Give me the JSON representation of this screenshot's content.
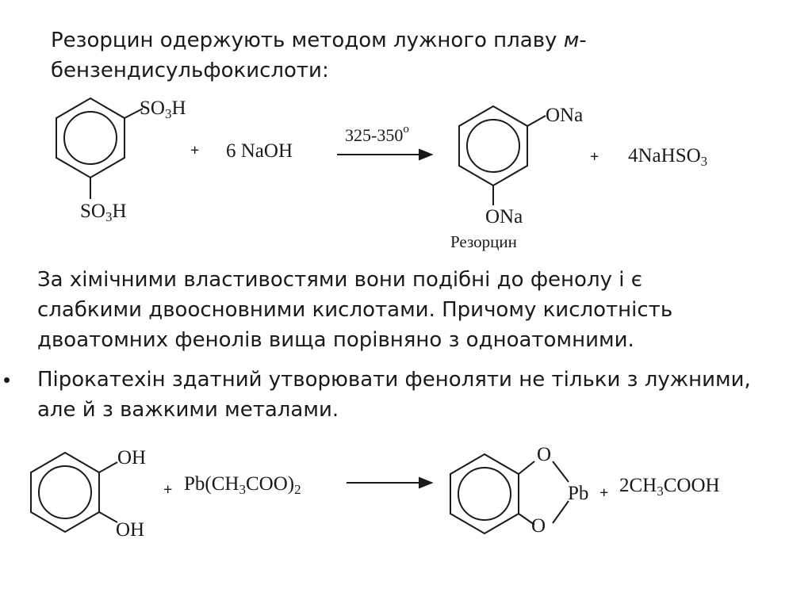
{
  "intro": {
    "text": "Резорцин одержують методом лужного плаву ",
    "emphasis": "м",
    "text_after": "-бензендисульфокислоти:"
  },
  "reaction1": {
    "reactant_top_group": {
      "a": "SO",
      "sub": "3",
      "b": "H"
    },
    "reactant_bottom_group": {
      "a": "SO",
      "sub": "3",
      "b": "H"
    },
    "plus_1": "+",
    "reagent": "6 NaOH",
    "condition": {
      "value": "325-350",
      "degree": "o"
    },
    "product_top_group": "ONa",
    "product_bottom_group": "ONa",
    "product_name": "Резорцин",
    "plus_2": "+",
    "byproduct": {
      "a": "4NaHSO",
      "sub": "3"
    }
  },
  "properties_text": "За хімічними властивостями вони подібні до фенолу і є слабкими двоосновними кислотами. Причому кислотність двоатомних фенолів вища порівняно з одноатомними.",
  "bullet": {
    "marker": "•",
    "text": "Пірокатехін здатний утворювати феноляти не тільки з лужними, але й з важкими металами."
  },
  "reaction2": {
    "reactant_top_group": "OH",
    "reactant_bottom_group": "OH",
    "plus_1": "+",
    "reagent": {
      "a": "Pb(CH",
      "sub1": "3",
      "b": "COO)",
      "sub2": "2"
    },
    "ring_o_top": "O",
    "ring_o_bottom": "O",
    "metal": "Pb",
    "plus_2": "+",
    "byproduct": {
      "a": "2CH",
      "sub": "3",
      "b": "COOH"
    }
  }
}
